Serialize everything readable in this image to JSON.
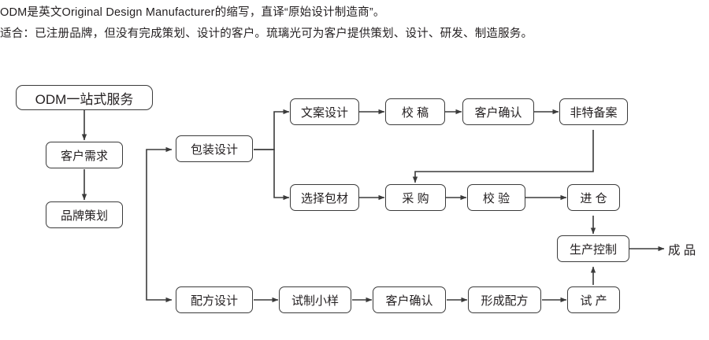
{
  "intro": {
    "line1": "ODM是英文Original Design Manufacturer的缩写，直译“原始设计制造商”。",
    "line2": "适合：已注册品牌，但没有完成策划、设计的客户。琉璃光可为客户提供策划、设计、研发、制造服务。"
  },
  "diagram": {
    "title_node": "ODM一站式服务",
    "nodes": [
      {
        "id": "customer-demand",
        "label": "客户需求"
      },
      {
        "id": "brand-planning",
        "label": "品牌策划"
      },
      {
        "id": "package-design",
        "label": "包装设计"
      },
      {
        "id": "copy-design",
        "label": "文案设计"
      },
      {
        "id": "proofreading",
        "label": "校 稿"
      },
      {
        "id": "customer-confirm-top",
        "label": "客户确认"
      },
      {
        "id": "non-special-filing",
        "label": "非特备案"
      },
      {
        "id": "choose-packaging",
        "label": "选择包材"
      },
      {
        "id": "purchase",
        "label": "采 购"
      },
      {
        "id": "inspection",
        "label": "校 验"
      },
      {
        "id": "warehouse-in",
        "label": "进 仓"
      },
      {
        "id": "production-control",
        "label": "生产控制"
      },
      {
        "id": "formula-design",
        "label": "配方设计"
      },
      {
        "id": "trial-sample",
        "label": "试制小样"
      },
      {
        "id": "customer-confirm-bottom",
        "label": "客户确认"
      },
      {
        "id": "form-formula",
        "label": "形成配方"
      },
      {
        "id": "trial-production",
        "label": "试 产"
      }
    ],
    "output_label": "成 品",
    "colors": {
      "border": "#3b3b3b",
      "text": "#231f20",
      "background": "#ffffff"
    }
  }
}
